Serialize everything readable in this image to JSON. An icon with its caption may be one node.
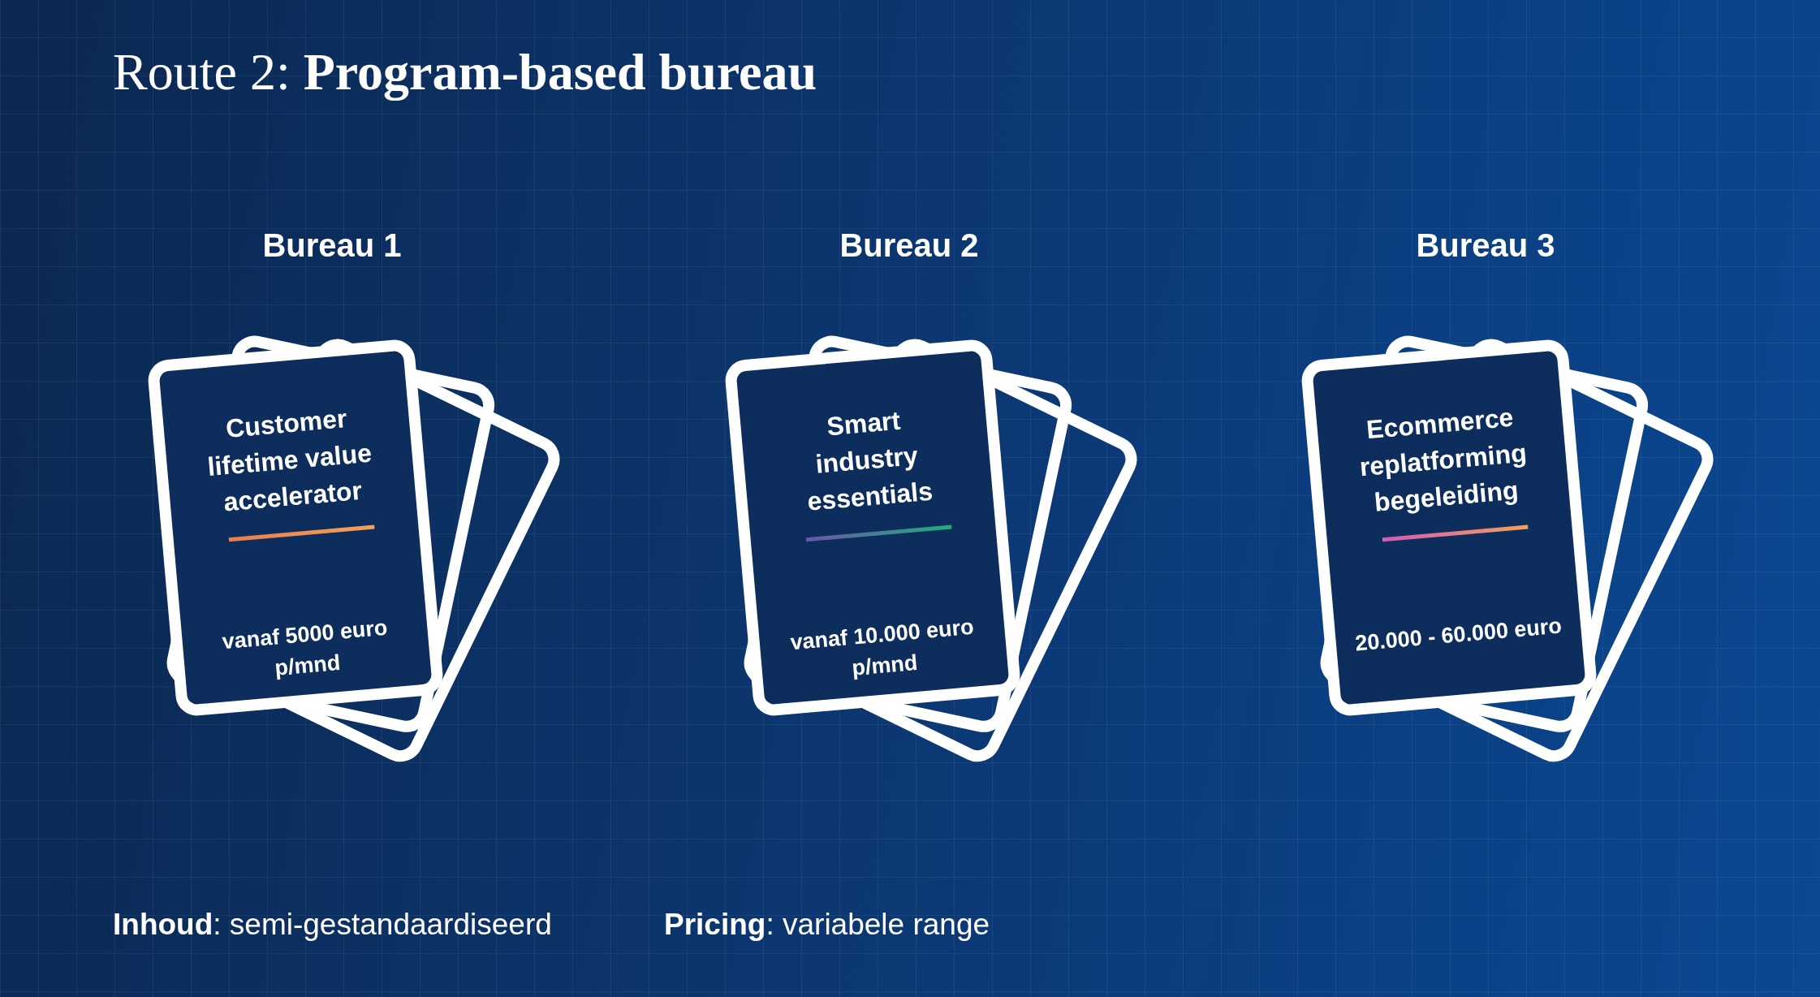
{
  "diagram": {
    "title": "Route 2: **Program-based bureau**",
    "nodes": [
      {
        "text": [
          "Bureau 1",
          "Customer lifetime value accelerator",
          "vanaf 5000 euro p/mnd"
        ]
      },
      {
        "text": [
          "Bureau 2",
          "Smart industry essentials",
          "vanaf 10.000 euro p/mnd"
        ]
      },
      {
        "text": [
          "Bureau 3",
          "Ecommerce replatforming begeleiding",
          "20.000 - 60.000 euro"
        ]
      }
    ],
    "labels": [
      "**Inhoud**: semi-gestandaardiseerd",
      "**Pricing**: variabele range"
    ]
  }
}
